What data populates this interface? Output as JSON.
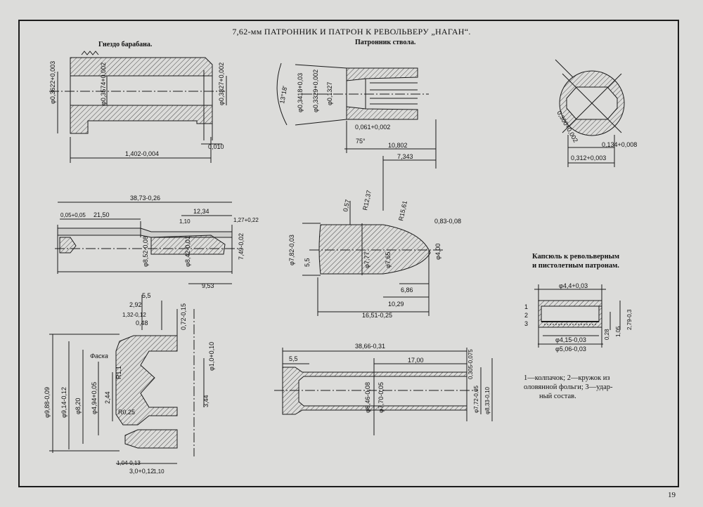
{
  "page": {
    "title": "7,62-мм ПАТРОННИК И ПАТРОН К РЕВОЛЬВЕРУ „НАГАН“.",
    "page_number": "19"
  },
  "sections": {
    "chamber_socket": "Гнездо барабана.",
    "barrel_chamber": "Патронник ствола.",
    "primer_title_line1": "Капсюль к револьверным",
    "primer_title_line2": "и пистолетным патронам."
  },
  "primer_legend": {
    "line1": "1—колпачок; 2—кружок из",
    "line2": "оловянной фольги; 3—удар-",
    "line3": "ный состав."
  },
  "labels": {
    "socket_d1": "φ0,3622+0,003",
    "socket_d2": "φ0,3574+0,002",
    "socket_d3": "φ0,3327+0,002",
    "socket_len": "1,402-0,004",
    "socket_r": "0,010",
    "barrel_angle": "13°18'",
    "barrel_d1": "φ0,3418+0,03",
    "barrel_d2": "φ0,3329+0,002",
    "barrel_d3": "φ0,1327",
    "barrel_a": "0,061+0,002",
    "barrel_75": "75°",
    "barrel_len1": "10,802",
    "barrel_len2": "7,343",
    "bore_d1": "0,300+0,002",
    "bore_d2": "0,312+0,003",
    "bore_d3": "0,134+0,008",
    "case_len": "38,73-0,26",
    "case_a": "0,05+0,05",
    "case_b": "21,50",
    "case_c": "12,34",
    "case_d": "1,10",
    "case_e": "1,27+0,22",
    "case_f": "φ8,52-0,08",
    "case_g": "φ8,42-0,01",
    "case_h": "7,49-0,02",
    "case_i": "9,53",
    "bullet_a": "0,57",
    "bullet_b": "R12,37",
    "bullet_c": "R15,61",
    "bullet_d": "φ7,82-0,03",
    "bullet_e": "5,5",
    "bullet_f": "φ7,77",
    "bullet_g": "φ7,65",
    "bullet_h": "φ4,00",
    "bullet_i": "0,83-0,08",
    "bullet_j": "6,86",
    "bullet_k": "10,29",
    "bullet_len": "16,51-0,25",
    "rim_a": "5,5",
    "rim_b": "2,92",
    "rim_c": "1,32-0,12",
    "rim_d": "0,48",
    "rim_e": "0,72-0,15",
    "rim_f": "Фаска",
    "rim_g": "R1,1",
    "rim_h": "R0,25",
    "rim_i": "φ9,88-0,09",
    "rim_j": "φ9,14-0,12",
    "rim_k": "φ8,20",
    "rim_l": "φ4,94+0,05",
    "rim_m": "2,44",
    "rim_n": "3,44",
    "rim_o": "φ1,0+0,10",
    "rim_p": "1,04-0,13",
    "rim_q": "3,0+0,12",
    "rim_r": "1,10",
    "shell_len": "38,66-0,31",
    "shell_a": "5,5",
    "shell_b": "17,00",
    "shell_c": "0,305-0,075",
    "shell_d": "φ8,46-0,08",
    "shell_e": "φ7,70-0,05",
    "shell_f": "φ7,72-0,05",
    "shell_g": "φ8,33-0,10",
    "primer_a": "φ4,4+0,03",
    "primer_b": "φ4,15-0,03",
    "primer_c": "φ5,06-0,03",
    "primer_d": "2,79-0,3",
    "primer_e": "1,05",
    "primer_f": "0,28",
    "primer_n1": "1",
    "primer_n2": "2",
    "primer_n3": "3"
  },
  "colors": {
    "paper": "#dcdcda",
    "ink": "#111111",
    "background": "#3a3a3a"
  }
}
